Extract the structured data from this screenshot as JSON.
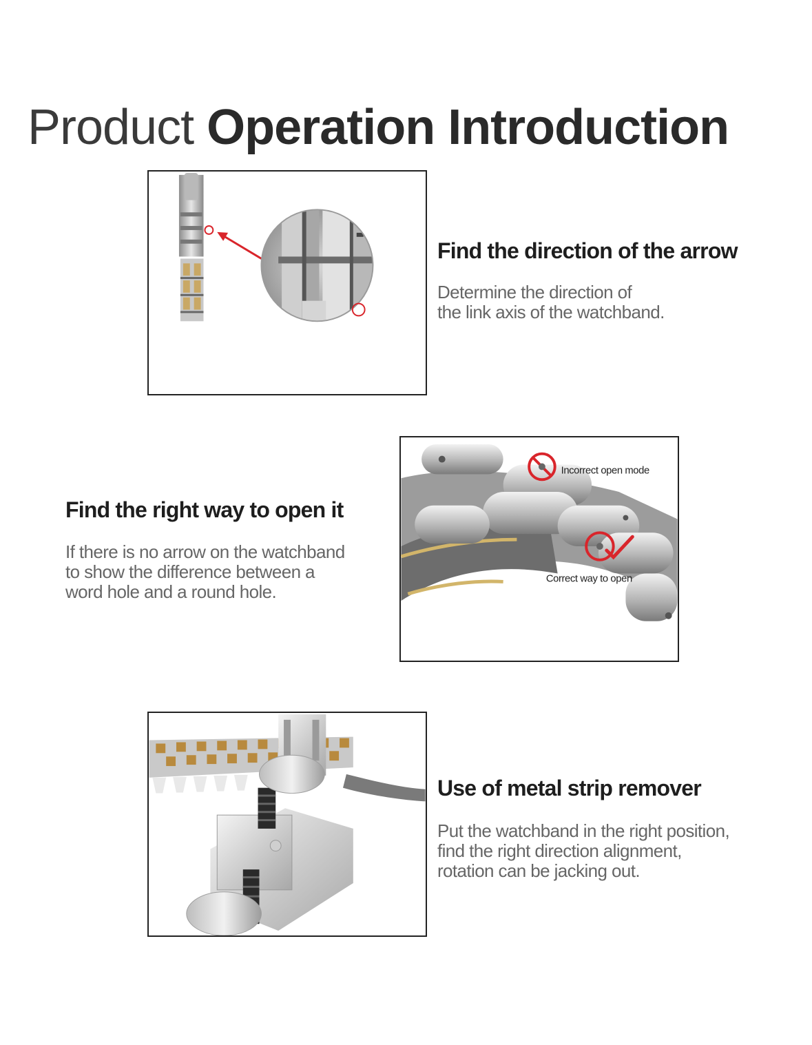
{
  "page": {
    "title_light": "Product",
    "title_bold": "Operation Introduction"
  },
  "steps": [
    {
      "heading": "Find the direction of the arrow",
      "desc_lines": [
        "Determine the direction of",
        "the link axis of the watchband."
      ]
    },
    {
      "heading": "Find the right way to open it",
      "desc_lines": [
        "If there is no arrow on the watchband",
        "to show the difference between a",
        "word hole and a round hole."
      ],
      "callouts": {
        "incorrect": "Incorrect open mode",
        "correct": "Correct way to open"
      }
    },
    {
      "heading": "Use of metal strip remover",
      "desc_lines": [
        "Put the watchband in the right position,",
        "find the right direction alignment,",
        "rotation can be jacking out."
      ]
    }
  ],
  "colors": {
    "marker_red": "#d9252b",
    "text_dark": "#1e1e1e",
    "text_grey": "#666666"
  }
}
